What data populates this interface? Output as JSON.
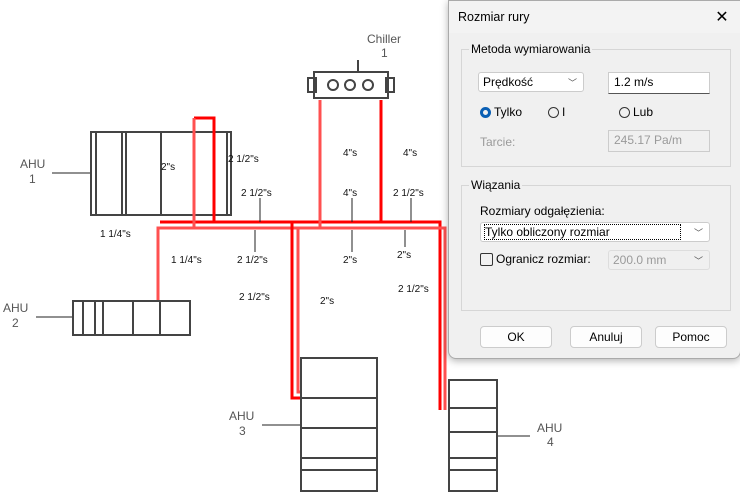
{
  "drawing": {
    "equipment": [
      "Chiller",
      "1",
      "AHU",
      "1",
      "AHU",
      "2",
      "AHU",
      "3",
      "AHU",
      "4"
    ],
    "pipe_labels": [
      "2 1/2\"s",
      "2\"s",
      "4\"s",
      "4\"s",
      "2 1/2\"s",
      "4\"s",
      "2 1/2\"s",
      "1 1/4\"s",
      "1 1/4\"s",
      "2 1/2\"s",
      "2\"s",
      "2\"s",
      "2 1/2\"s",
      "2\"s",
      "2 1/2\"s"
    ],
    "colors": {
      "supply": "#ff0000",
      "return": "#ff5050"
    }
  },
  "dialog": {
    "title": "Rozmiar rury",
    "method_group": "Metoda wymiarowania",
    "method_value": "Prędkość",
    "velocity_value": "1.2 m/s",
    "radio_only": "Tylko",
    "radio_and": "I",
    "radio_or": "Lub",
    "friction_label": "Tarcie:",
    "friction_value": "245.17 Pa/m",
    "constraints_group": "Wiązania",
    "branch_sizes_label": "Rozmiary odgałęzienia:",
    "branch_sizes_value": "Tylko obliczony rozmiar",
    "limit_size_label": "Ogranicz rozmiar:",
    "limit_size_value": "200.0 mm",
    "ok": "OK",
    "cancel": "Anuluj",
    "help": "Pomoc"
  }
}
